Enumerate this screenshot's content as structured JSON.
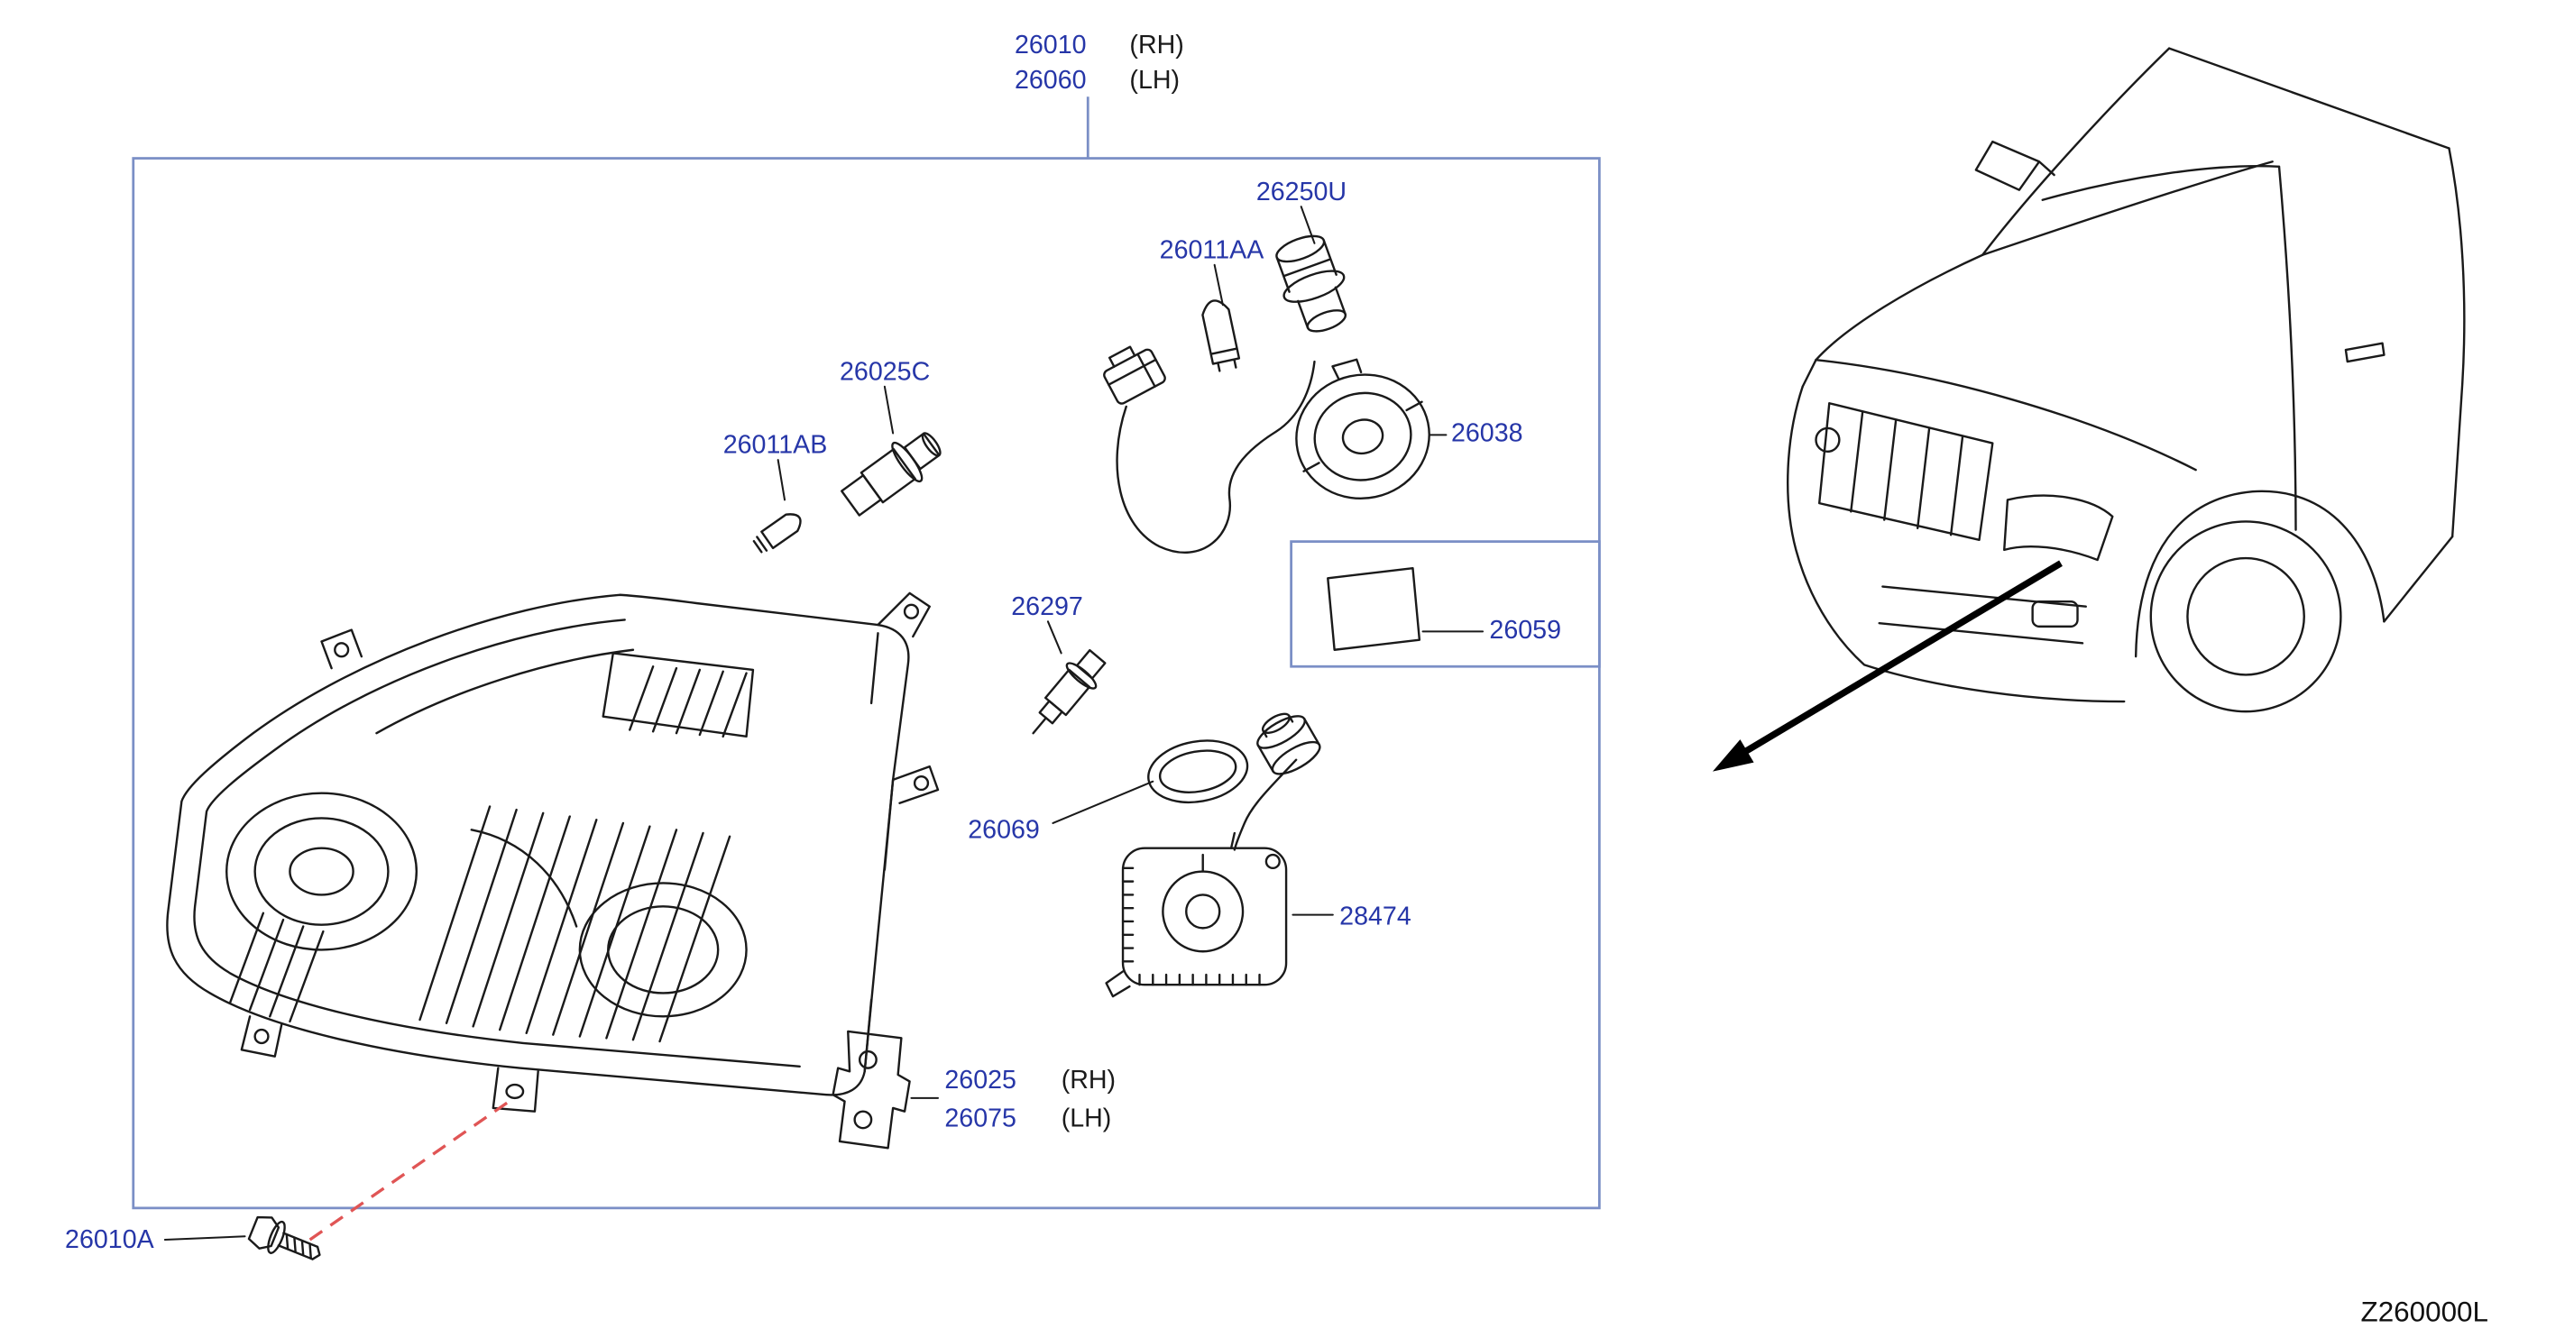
{
  "diagram": {
    "kind": "headlamp-parts-diagram",
    "code": "Z260000L"
  },
  "colors": {
    "label_blue": "#2636a8",
    "ink": "#1a1a1a",
    "box_blue": "#7b8fc6",
    "marker_red": "#e05555"
  },
  "parts": {
    "headlamp_rh": {
      "number": "26010",
      "side": "(RH)"
    },
    "headlamp_lh": {
      "number": "26060",
      "side": "(LH)"
    },
    "socket_cover": {
      "number": "26250U"
    },
    "bulb_front_combination": {
      "number": "26011AA"
    },
    "bulb_holder": {
      "number": "26025C"
    },
    "bulb_clearance": {
      "number": "26011AB"
    },
    "retainer_ring": {
      "number": "26038"
    },
    "bulb_hid": {
      "number": "26297"
    },
    "caution_label": {
      "number": "26059"
    },
    "o_ring": {
      "number": "26069"
    },
    "ballast": {
      "number": "28474"
    },
    "bracket_rh": {
      "number": "26025",
      "side": "(RH)"
    },
    "bracket_lh": {
      "number": "26075",
      "side": "(LH)"
    },
    "screw": {
      "number": "26010A"
    }
  }
}
